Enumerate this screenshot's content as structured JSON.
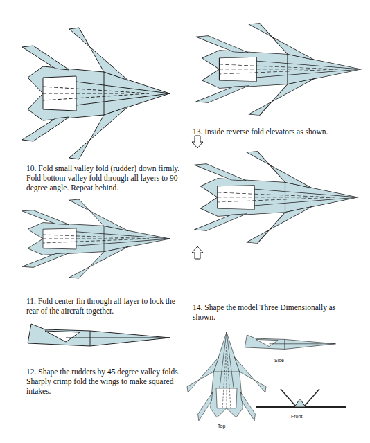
{
  "diagram": {
    "labels": [
      "10. Fold small valley fold (rudder) down firmly. Fold bottom valley fold through all layers to 90 degree angle. Repeat behind.",
      "11. Fold center fin through all layer to lock the rear of the aircraft together.",
      "12. Shape the rudders by 45 degree valley folds. Sharply crimp fold the wings to make squared intakes.",
      "13. Inside reverse fold elevators as shown.",
      "14. Shape the model Three Dimensionally as shown.",
      "Side",
      "Top",
      "Front"
    ]
  }
}
